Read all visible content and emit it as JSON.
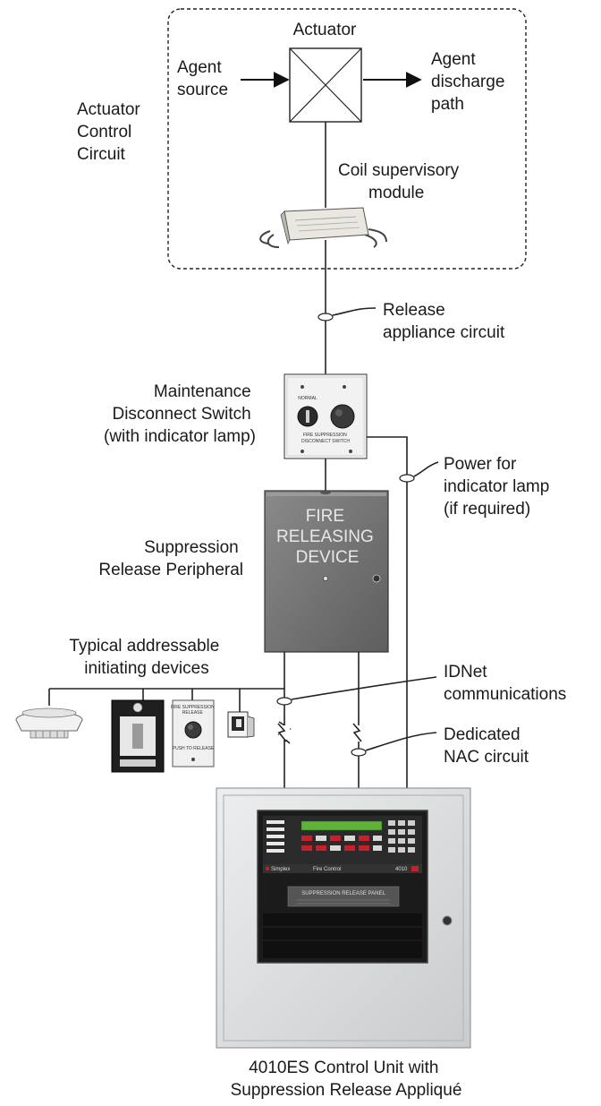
{
  "actuator_circuit": {
    "title_lines": [
      "Actuator",
      "Control",
      "Circuit"
    ],
    "actuator_label": "Actuator",
    "agent_source_lines": [
      "Agent",
      "source"
    ],
    "agent_discharge_lines": [
      "Agent",
      "discharge",
      "path"
    ],
    "coil_module_lines": [
      "Coil supervisory",
      "module"
    ]
  },
  "release_circuit_lines": [
    "Release",
    "appliance circuit"
  ],
  "disconnect_switch": {
    "label_lines": [
      "Maintenance",
      "Disconnect Switch",
      "(with indicator lamp)"
    ],
    "plate_text_lines": [
      "FIRE SUPPRESSION",
      "DISCONNECT SWITCH"
    ],
    "plate_small": "NORMAL"
  },
  "power_lamp_lines": [
    "Power for",
    "indicator lamp",
    "(if required)"
  ],
  "release_peripheral": {
    "label_lines": [
      "Suppression",
      "Release Peripheral"
    ],
    "device_text_lines": [
      "FIRE",
      "RELEASING",
      "DEVICE"
    ]
  },
  "initiating_devices_lines": [
    "Typical addressable",
    "initiating devices"
  ],
  "station_text_lines": [
    "FIRE SUPPRESSION",
    "RELEASE",
    "PUSH TO RELEASE"
  ],
  "idnet_lines": [
    "IDNet",
    "communications"
  ],
  "nac_lines": [
    "Dedicated",
    "NAC circuit"
  ],
  "control_unit": {
    "caption_lines": [
      "4010ES Control Unit with",
      "Suppression Release Appliqué"
    ],
    "brand": "Simplex",
    "panel_name": "Fire Control",
    "model": "4010",
    "applique_text": "SUPPRESSION RELEASE PANEL"
  },
  "colors": {
    "device_gray": "#6f6f6f",
    "cabinet_light": "#d6d8d9",
    "panel_dark": "#222222",
    "display_green": "#5fb23a",
    "button_red": "#c8202a"
  }
}
